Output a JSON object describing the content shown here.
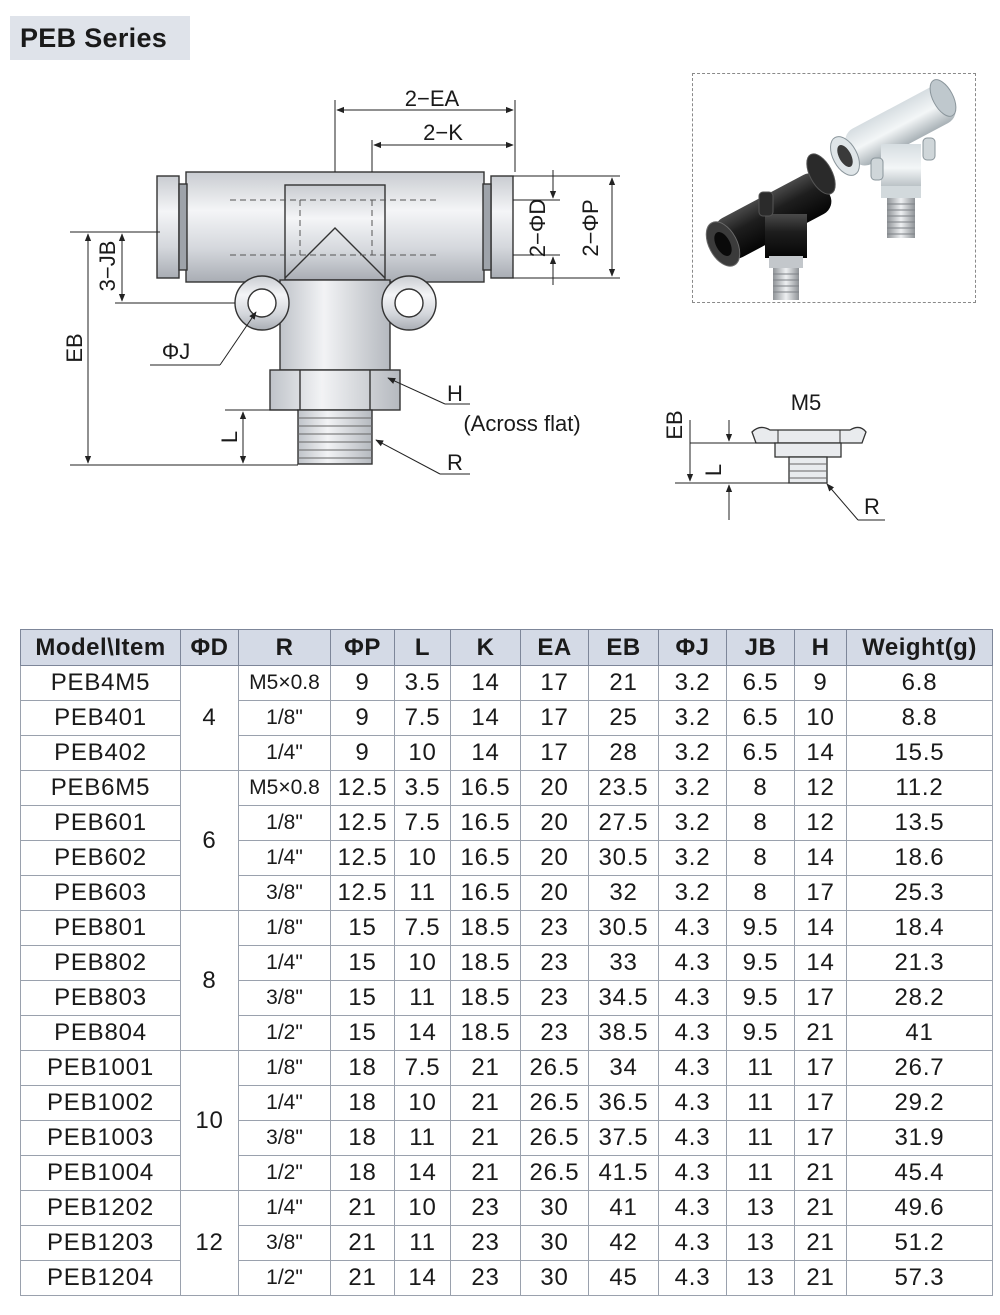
{
  "title": "PEB Series",
  "drawing": {
    "labels": {
      "ea": "2−EA",
      "k": "2−K",
      "od": "2−ΦD",
      "op": "2−ΦP",
      "jb": "3−JB",
      "eb": "EB",
      "phij": "ΦJ",
      "h": "H",
      "across_flat": "(Across flat)",
      "l": "L",
      "r": "R"
    },
    "m5": {
      "title": "M5",
      "eb": "EB",
      "l": "L",
      "r": "R"
    }
  },
  "photo": {
    "fittings": [
      "black-fitting",
      "grey-fitting"
    ]
  },
  "table": {
    "headers": [
      "Model\\Item",
      "ΦD",
      "R",
      "ΦP",
      "L",
      "K",
      "EA",
      "EB",
      "ΦJ",
      "JB",
      "H",
      "Weight(g)"
    ],
    "groups": [
      {
        "d": "4",
        "rows": [
          [
            "PEB4M5",
            "M5×0.8",
            "9",
            "3.5",
            "14",
            "17",
            "21",
            "3.2",
            "6.5",
            "9",
            "6.8"
          ],
          [
            "PEB401",
            "1/8\"",
            "9",
            "7.5",
            "14",
            "17",
            "25",
            "3.2",
            "6.5",
            "10",
            "8.8"
          ],
          [
            "PEB402",
            "1/4\"",
            "9",
            "10",
            "14",
            "17",
            "28",
            "3.2",
            "6.5",
            "14",
            "15.5"
          ]
        ]
      },
      {
        "d": "6",
        "rows": [
          [
            "PEB6M5",
            "M5×0.8",
            "12.5",
            "3.5",
            "16.5",
            "20",
            "23.5",
            "3.2",
            "8",
            "12",
            "11.2"
          ],
          [
            "PEB601",
            "1/8\"",
            "12.5",
            "7.5",
            "16.5",
            "20",
            "27.5",
            "3.2",
            "8",
            "12",
            "13.5"
          ],
          [
            "PEB602",
            "1/4\"",
            "12.5",
            "10",
            "16.5",
            "20",
            "30.5",
            "3.2",
            "8",
            "14",
            "18.6"
          ],
          [
            "PEB603",
            "3/8\"",
            "12.5",
            "11",
            "16.5",
            "20",
            "32",
            "3.2",
            "8",
            "17",
            "25.3"
          ]
        ]
      },
      {
        "d": "8",
        "rows": [
          [
            "PEB801",
            "1/8\"",
            "15",
            "7.5",
            "18.5",
            "23",
            "30.5",
            "4.3",
            "9.5",
            "14",
            "18.4"
          ],
          [
            "PEB802",
            "1/4\"",
            "15",
            "10",
            "18.5",
            "23",
            "33",
            "4.3",
            "9.5",
            "14",
            "21.3"
          ],
          [
            "PEB803",
            "3/8\"",
            "15",
            "11",
            "18.5",
            "23",
            "34.5",
            "4.3",
            "9.5",
            "17",
            "28.2"
          ],
          [
            "PEB804",
            "1/2\"",
            "15",
            "14",
            "18.5",
            "23",
            "38.5",
            "4.3",
            "9.5",
            "21",
            "41"
          ]
        ]
      },
      {
        "d": "10",
        "rows": [
          [
            "PEB1001",
            "1/8\"",
            "18",
            "7.5",
            "21",
            "26.5",
            "34",
            "4.3",
            "11",
            "17",
            "26.7"
          ],
          [
            "PEB1002",
            "1/4\"",
            "18",
            "10",
            "21",
            "26.5",
            "36.5",
            "4.3",
            "11",
            "17",
            "29.2"
          ],
          [
            "PEB1003",
            "3/8\"",
            "18",
            "11",
            "21",
            "26.5",
            "37.5",
            "4.3",
            "11",
            "17",
            "31.9"
          ],
          [
            "PEB1004",
            "1/2\"",
            "18",
            "14",
            "21",
            "26.5",
            "41.5",
            "4.3",
            "11",
            "21",
            "45.4"
          ]
        ]
      },
      {
        "d": "12",
        "rows": [
          [
            "PEB1202",
            "1/4\"",
            "21",
            "10",
            "23",
            "30",
            "41",
            "4.3",
            "13",
            "21",
            "49.6"
          ],
          [
            "PEB1203",
            "3/8\"",
            "21",
            "11",
            "23",
            "30",
            "42",
            "4.3",
            "13",
            "21",
            "51.2"
          ],
          [
            "PEB1204",
            "1/2\"",
            "21",
            "14",
            "23",
            "30",
            "45",
            "4.3",
            "13",
            "21",
            "57.3"
          ]
        ]
      }
    ]
  }
}
